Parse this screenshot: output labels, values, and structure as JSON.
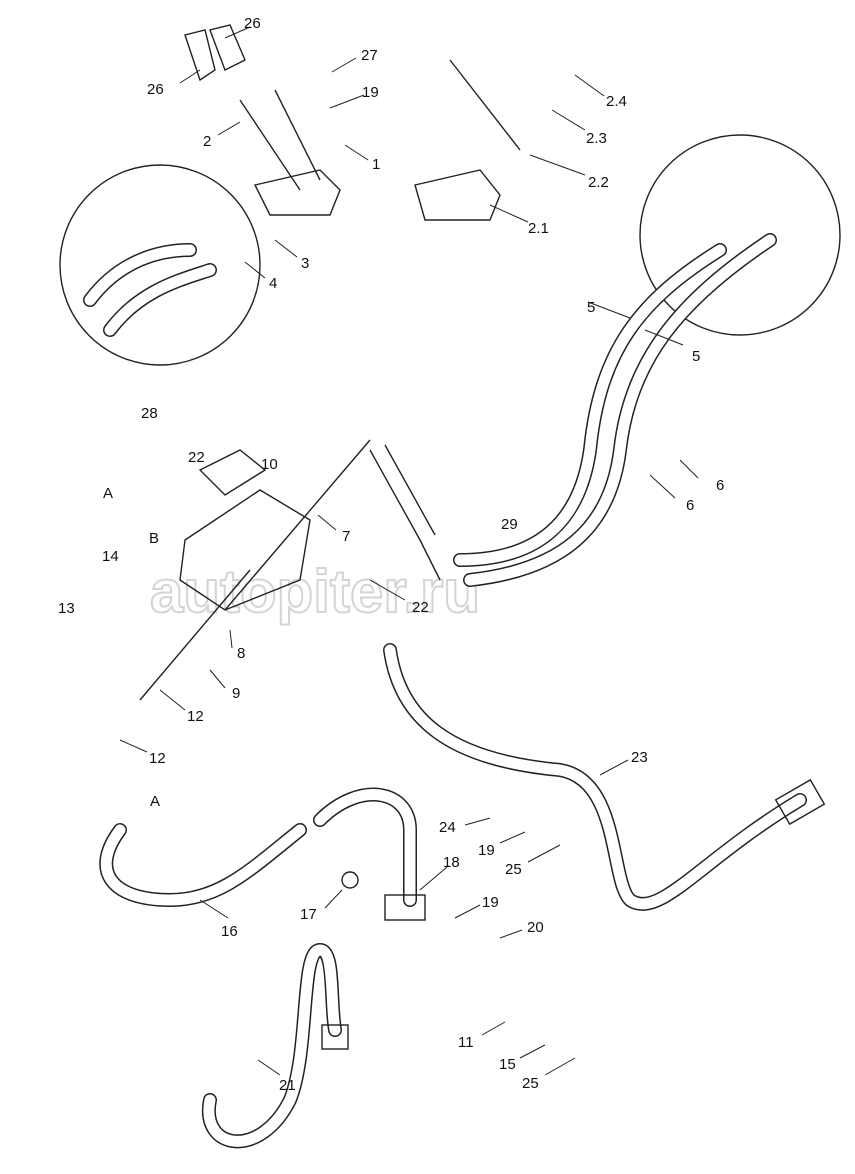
{
  "watermark": "autopiter.ru",
  "labels": [
    "26",
    "26",
    "27",
    "19",
    "2",
    "1",
    "2.4",
    "2.3",
    "2.2",
    "2.1",
    "3",
    "4",
    "5",
    "5",
    "28",
    "22",
    "10",
    "A",
    "B",
    "7",
    "29",
    "6",
    "6",
    "14",
    "22",
    "13",
    "8",
    "9",
    "12",
    "12",
    "23",
    "A",
    "24",
    "19",
    "25",
    "18",
    "17",
    "19",
    "20",
    "16",
    "11",
    "15",
    "25",
    "21"
  ]
}
